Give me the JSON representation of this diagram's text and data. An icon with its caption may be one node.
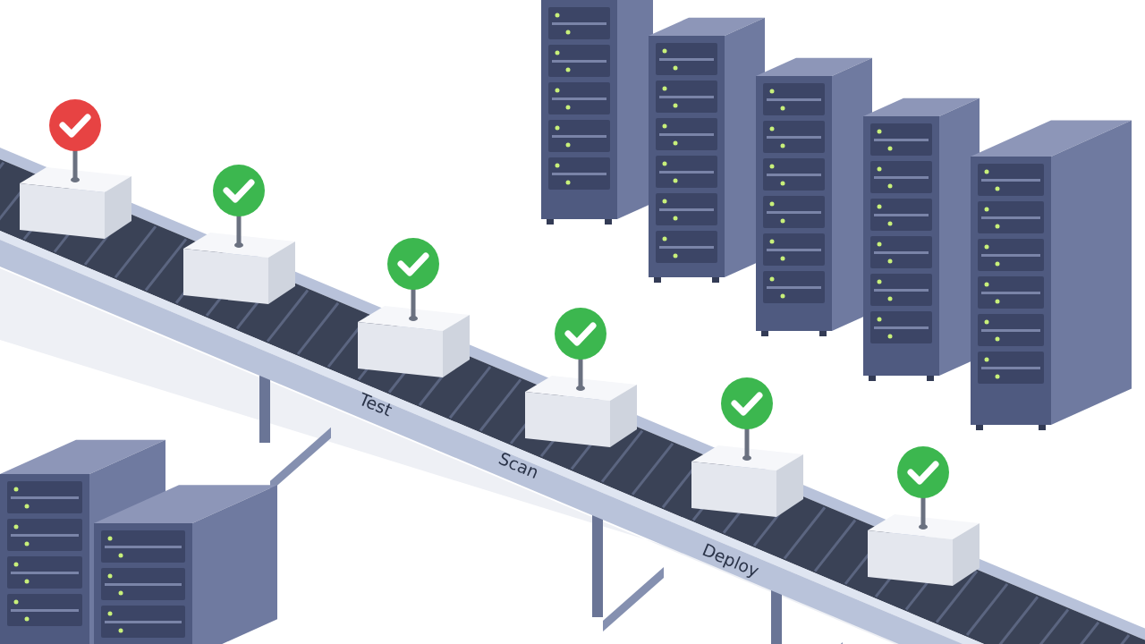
{
  "diagram": {
    "labels": [
      "Test",
      "Scan",
      "Deploy"
    ]
  }
}
